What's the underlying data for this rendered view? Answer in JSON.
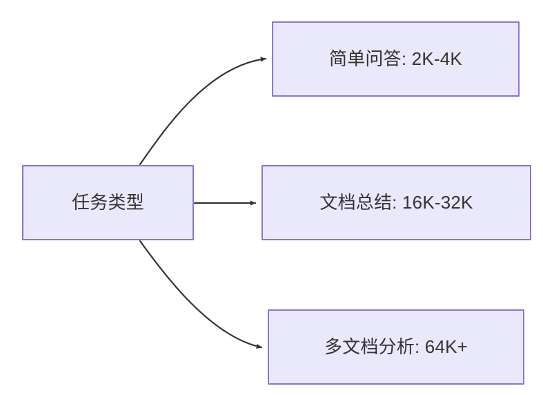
{
  "diagram": {
    "type": "flowchart",
    "direction": "left-to-right",
    "background_color": "#ffffff",
    "node_fill_color": "#eae8fb",
    "node_border_color": "#8d72d8",
    "node_text_color": "#333333",
    "edge_color": "#333333",
    "source": {
      "id": "task-type",
      "label": "任务类型"
    },
    "targets": [
      {
        "id": "simple-qa",
        "label": "简单问答: 2K-4K"
      },
      {
        "id": "doc-summary",
        "label": "文档总结: 16K-32K"
      },
      {
        "id": "multi-doc-analysis",
        "label": "多文档分析: 64K+"
      }
    ],
    "edges": [
      {
        "id": "edge-to-simple-qa",
        "from": "task-type",
        "to": "simple-qa",
        "style": "curved",
        "arrow": "filled-triangle"
      },
      {
        "id": "edge-to-doc-summary",
        "from": "task-type",
        "to": "doc-summary",
        "style": "straight",
        "arrow": "filled-triangle"
      },
      {
        "id": "edge-to-multi-doc-analysis",
        "from": "task-type",
        "to": "multi-doc-analysis",
        "style": "curved",
        "arrow": "filled-triangle"
      }
    ]
  }
}
